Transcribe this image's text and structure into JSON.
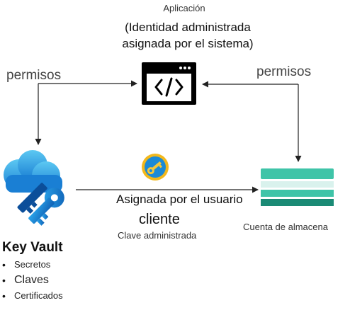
{
  "app": {
    "caption": "Aplicación",
    "identity_line1": "(Identidad administrada",
    "identity_line2": "asignada por el sistema)",
    "icon": "code-window-icon"
  },
  "permissions": {
    "left": "permisos",
    "right": "permisos"
  },
  "connection": {
    "assigned": "Asignada por el usuario",
    "client": "cliente",
    "managed_key": "Clave administrada",
    "icon": "key-badge-icon"
  },
  "storage": {
    "label": "Cuenta de almacena",
    "icon": "storage-account-icon"
  },
  "key_vault": {
    "title": "Key Vault",
    "icon": "key-vault-icon",
    "items": [
      "Secretos",
      "Claves",
      "Certificados"
    ]
  },
  "colors": {
    "line": "#222222",
    "key_blue": "#1a7fd4",
    "key_light": "#5cc8f2",
    "gold": "#f2b81c",
    "storage_green": "#3fc4a8",
    "storage_dark": "#1a8a75"
  }
}
